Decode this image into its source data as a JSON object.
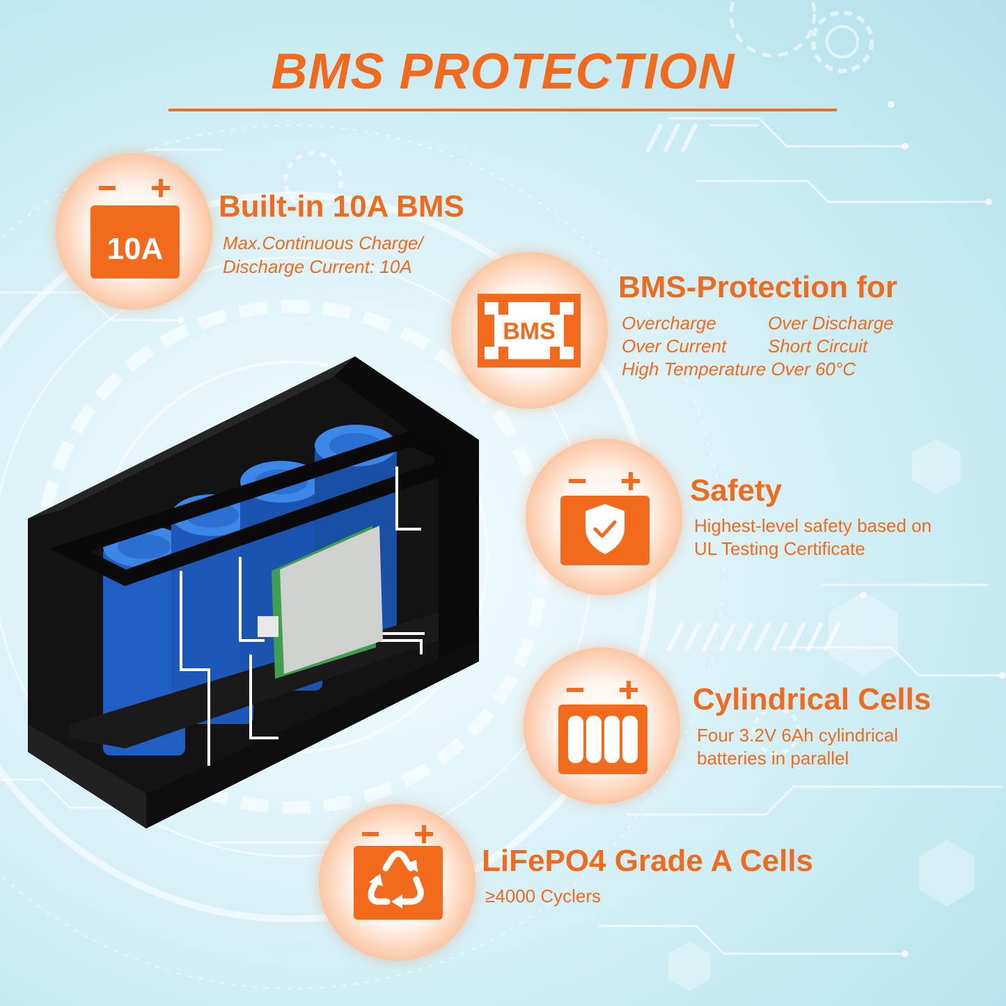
{
  "title": "BMS PROTECTION",
  "colors": {
    "accent": "#f26a1b",
    "battery_blue": "#1f5fc4",
    "case": "#151515",
    "pcb": "#c9ccc9"
  },
  "features": [
    {
      "icon": "battery-10a-icon",
      "icon_text": "10A",
      "heading": "Built-in 10A BMS",
      "lines": [
        "Max.Continuous Charge/",
        "Discharge Current: 10A"
      ]
    },
    {
      "icon": "bms-chip-icon",
      "icon_text": "BMS",
      "heading": "BMS-Protection for",
      "items": [
        "Overcharge",
        "Over Discharge",
        "Over Current",
        "Short Circuit",
        "High Temperature Over 60°C"
      ]
    },
    {
      "icon": "battery-shield-icon",
      "heading": "Safety",
      "lines": [
        "Highest-level safety based on",
        "UL Testing Certificate"
      ]
    },
    {
      "icon": "battery-cells-icon",
      "heading": "Cylindrical Cells",
      "lines": [
        "Four 3.2V 6Ah cylindrical",
        "batteries in parallel"
      ]
    },
    {
      "icon": "battery-recycle-icon",
      "heading": "LiFePO4 Grade A Cells",
      "lines": [
        "≥4000 Cyclers"
      ]
    }
  ]
}
